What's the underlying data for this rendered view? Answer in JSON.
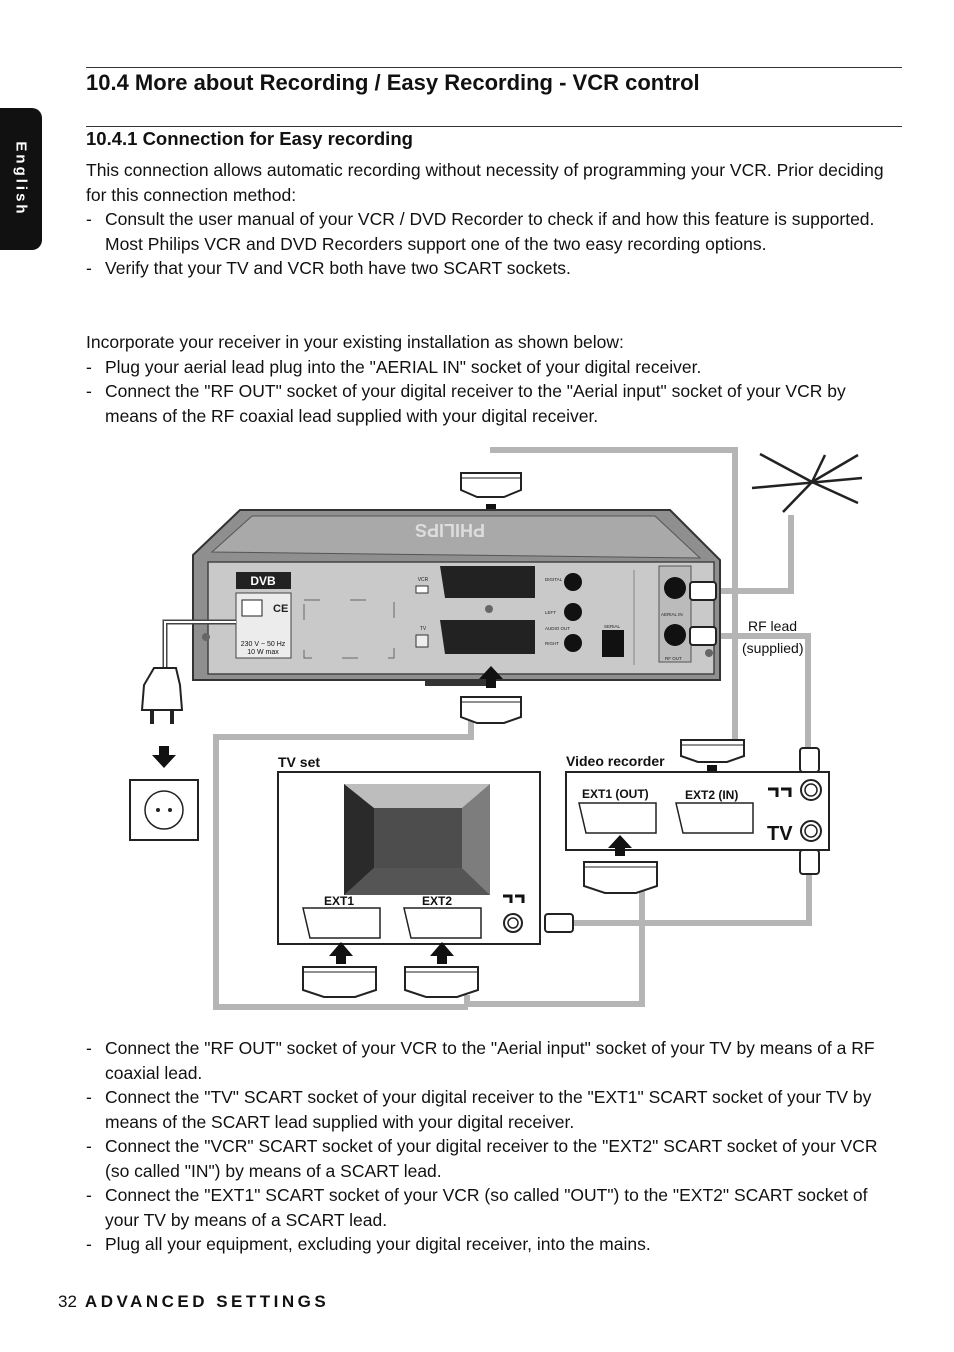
{
  "sidebar": {
    "language_tab": "English"
  },
  "section_title": "10.4 More about Recording / Easy Recording - VCR control",
  "subsection_title": "10.4.1  Connection for Easy recording",
  "intro": {
    "paragraph": "This connection allows automatic recording without necessity of programming your VCR. Prior deciding for this connection method:",
    "bullets": [
      "Consult the user manual of your VCR / DVD Recorder to check if and how this feature is supported. Most Philips VCR and DVD Recorders  support one of the two easy recording options.",
      "Verify that your TV and VCR both have two SCART sockets."
    ]
  },
  "install": {
    "paragraph": "Incorporate your receiver in your existing installation as shown below:",
    "bullets": [
      "Plug your aerial lead plug into the \"AERIAL IN\" socket of your digital receiver.",
      "Connect the \"RF OUT\" socket of your digital receiver to the \"Aerial input\" socket of your VCR by means of the RF coaxial lead supplied with your digital receiver."
    ]
  },
  "diagram": {
    "brand_on_lid": "PHILIPS",
    "dvb_logo": "DVB",
    "ce_mark": "CE",
    "power_rating": "230 V ~ 50 Hz",
    "power_max": "10 W max",
    "scart_vcr": "VCR",
    "scart_tv": "TV",
    "label_digital": "DIGITAL",
    "label_left": "LEFT",
    "label_audio_out": "AUDIO OUT",
    "label_right": "RIGHT",
    "label_serial": "SERIAL",
    "label_aerial_in": "AERIAL IN",
    "label_rf_out": "RF OUT",
    "rf_lead": "RF lead",
    "rf_lead_note": "(supplied)",
    "tv_set": "TV set",
    "video_recorder": "Video recorder",
    "vcr_ext1": "EXT1 (OUT)",
    "vcr_ext2": "EXT2 (IN)",
    "vcr_tv_socket": "TV",
    "tv_ext1": "EXT1",
    "tv_ext2": "EXT2"
  },
  "steps": [
    "Connect the \"RF OUT\" socket of your VCR to the \"Aerial input\" socket of your TV by means of a RF coaxial lead.",
    "Connect the \"TV\" SCART socket of your digital receiver to the \"EXT1\" SCART socket of your TV by means of the SCART lead supplied with your digital receiver.",
    "Connect the \"VCR\" SCART socket of your digital receiver to the \"EXT2\" SCART socket of your VCR (so called \"IN\") by means of a SCART lead.",
    "Connect the  \"EXT1\" SCART socket of your VCR (so called \"OUT\") to the \"EXT2\" SCART socket of your TV by means of a SCART lead.",
    "Plug all your equipment, excluding your digital receiver, into the mains."
  ],
  "footer": {
    "page_number": "32",
    "section": "ADVANCED SETTINGS"
  }
}
